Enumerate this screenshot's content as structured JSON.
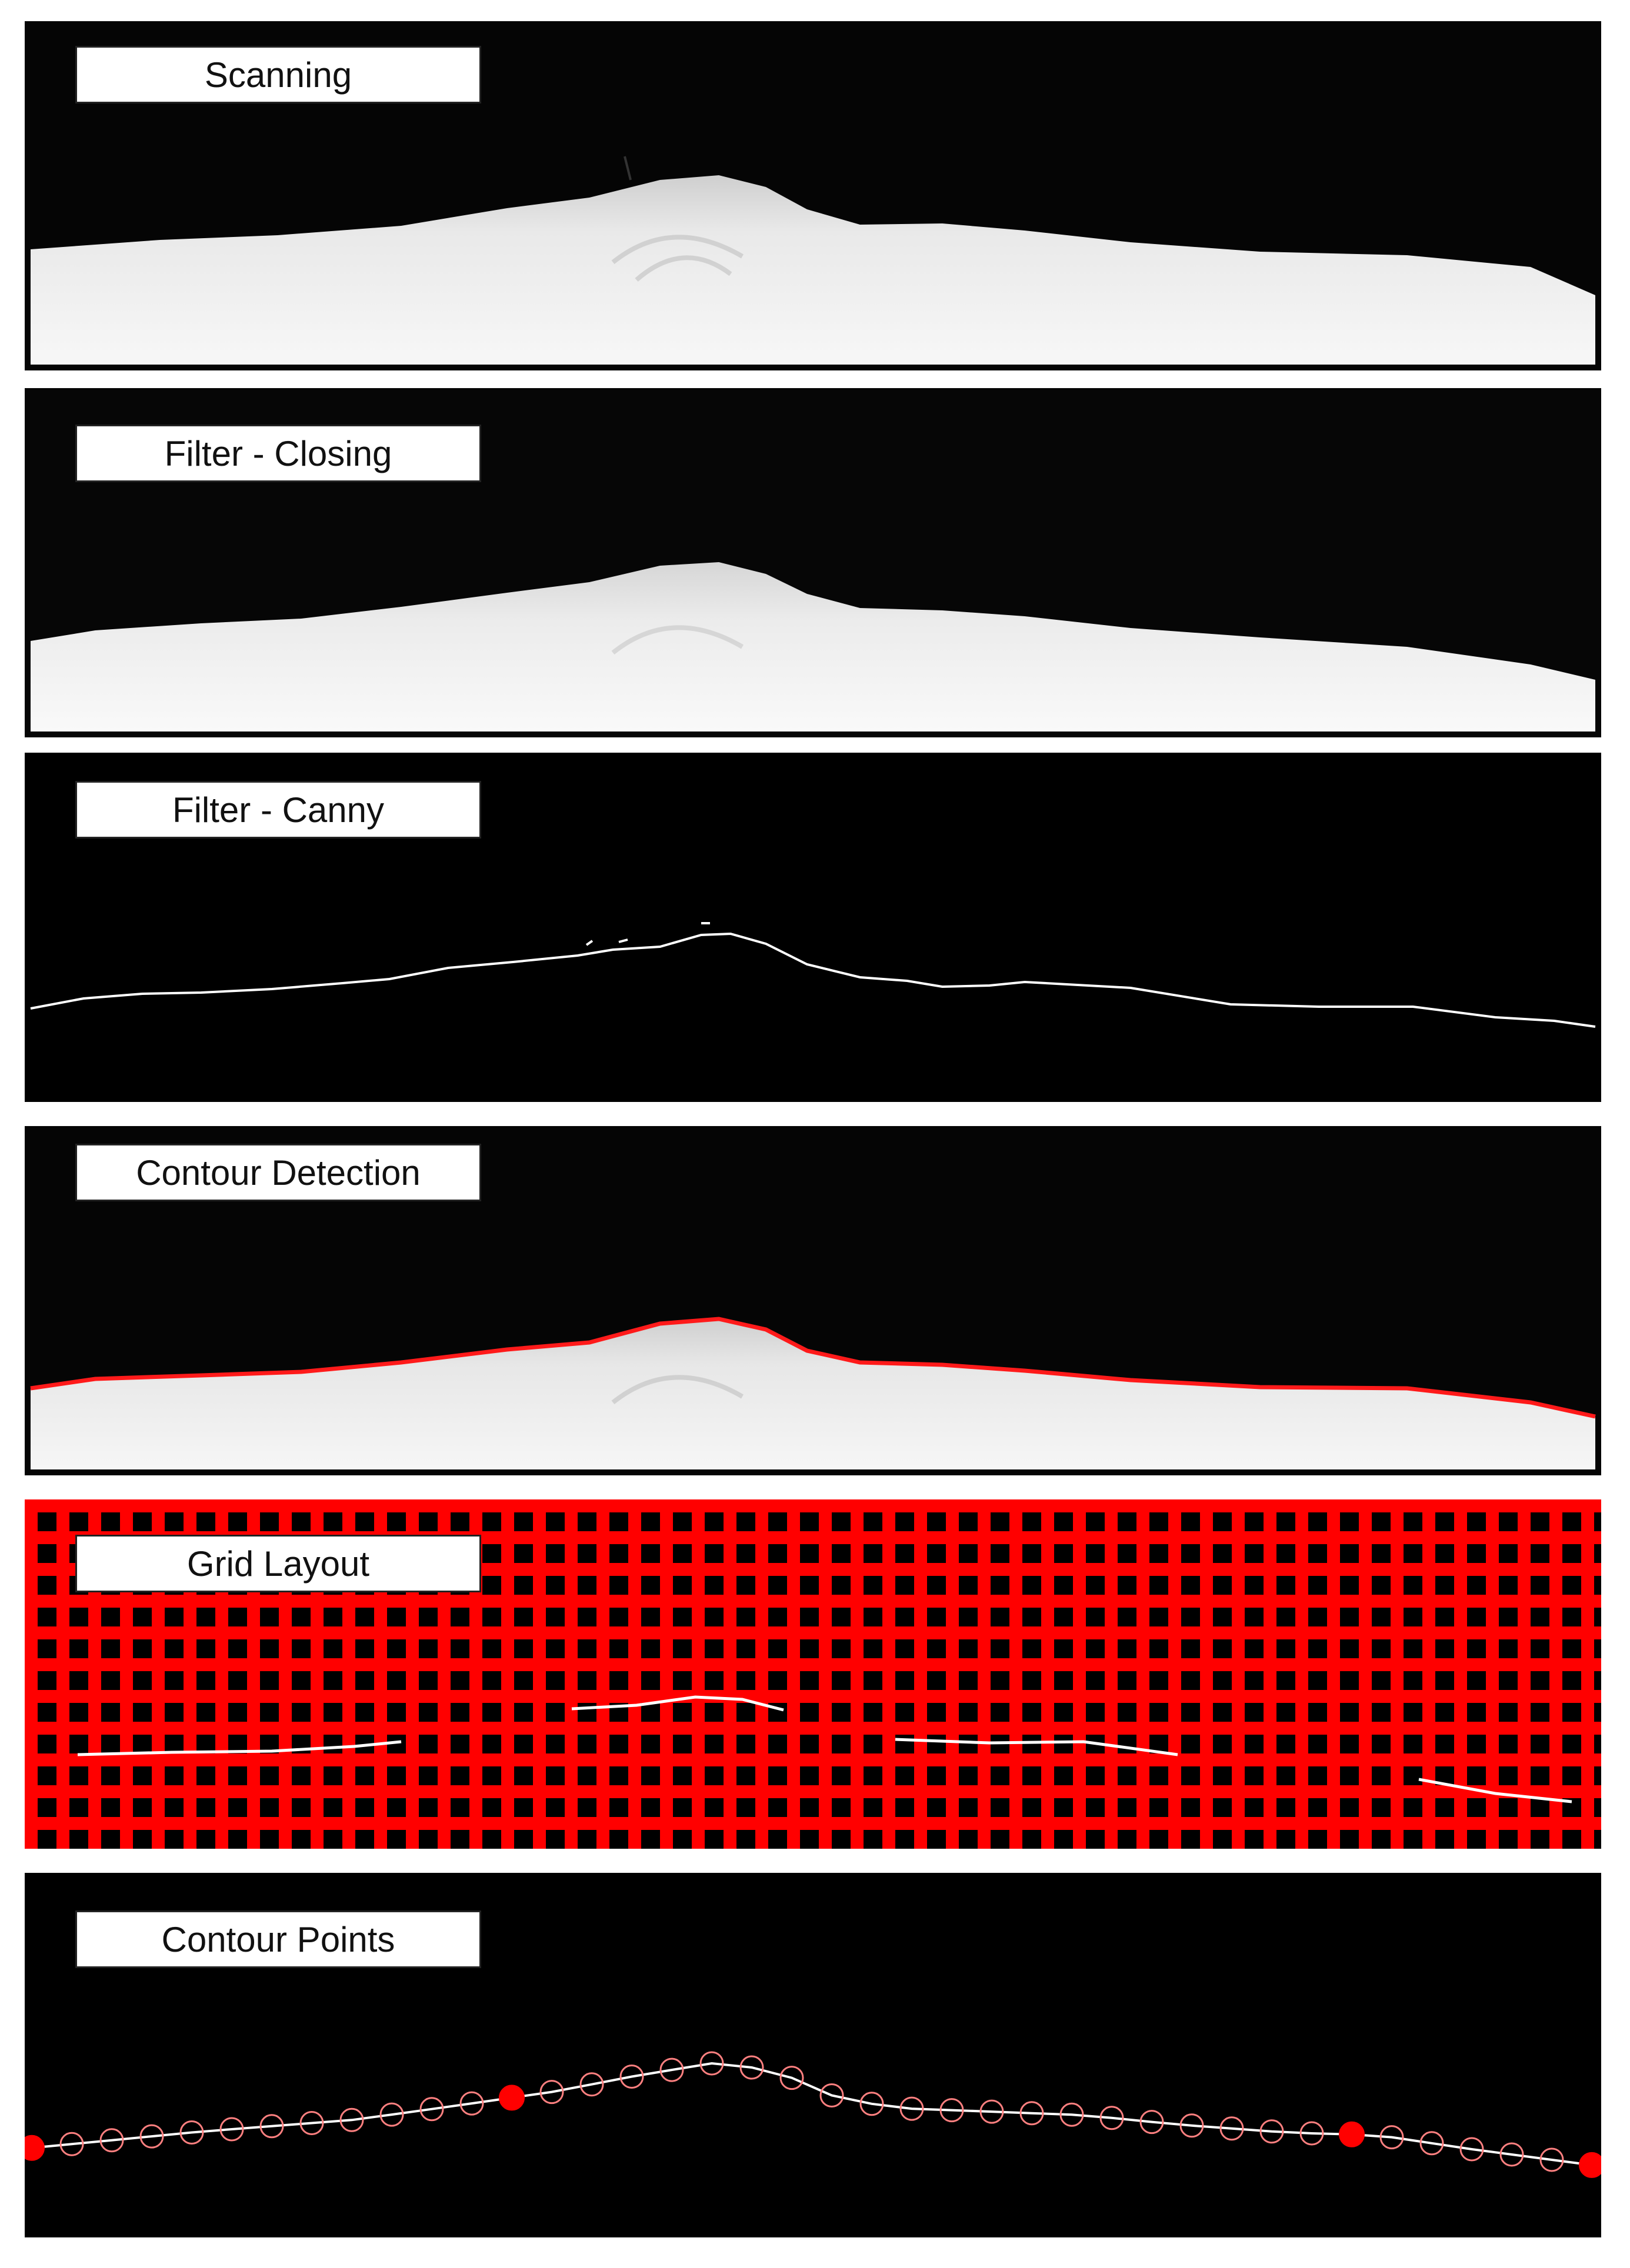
{
  "panels": [
    {
      "id": "scanning",
      "label": "Scanning"
    },
    {
      "id": "closing",
      "label": "Filter - Closing"
    },
    {
      "id": "canny",
      "label": "Filter - Canny"
    },
    {
      "id": "contour",
      "label": "Contour Detection"
    },
    {
      "id": "grid",
      "label": "Grid Layout"
    },
    {
      "id": "points",
      "label": "Contour Points"
    }
  ],
  "colors": {
    "background": "#000000",
    "snow": "#e8e8e8",
    "edge": "#ffffff",
    "contour": "#ff1a1a",
    "grid": "#ff0000",
    "point": "#ff8080",
    "highlight_point": "#ff0000"
  }
}
